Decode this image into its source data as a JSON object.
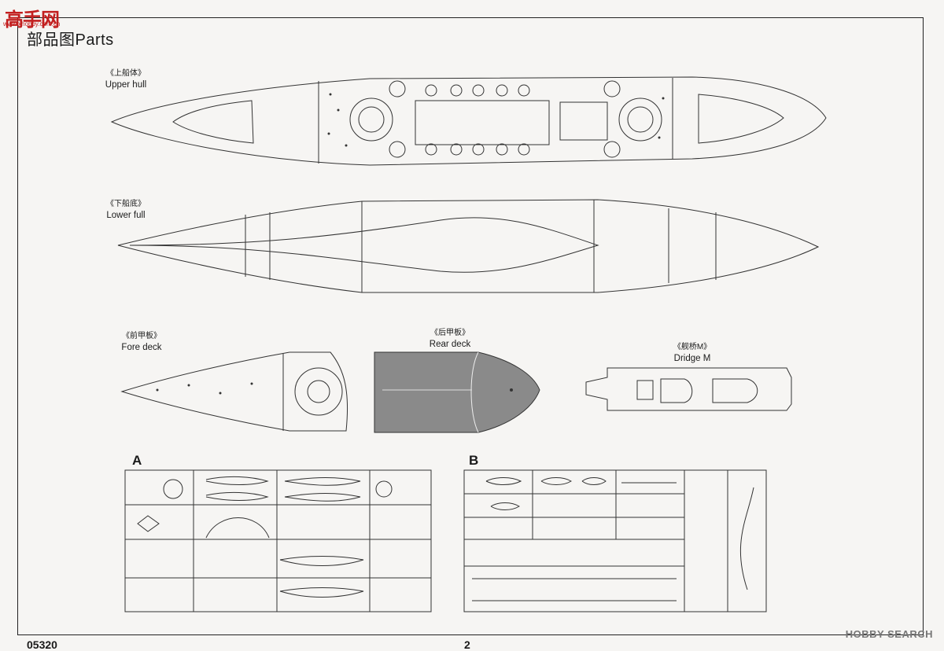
{
  "watermark": {
    "logo": "高手网",
    "url": "www.xhobby.com.cn"
  },
  "page_title": "部品图Parts",
  "parts": {
    "upper_hull": {
      "cn": "《上船体》",
      "en": "Upper hull"
    },
    "lower_hull": {
      "cn": "《下船底》",
      "en": "Lower full"
    },
    "fore_deck": {
      "cn": "《前甲板》",
      "en": "Fore deck"
    },
    "rear_deck": {
      "cn": "《后甲板》",
      "en": "Rear deck"
    },
    "bridge": {
      "cn": "《舰桥M》",
      "en": "Dridge M"
    }
  },
  "sprues": {
    "a": {
      "letter": "A"
    },
    "b": {
      "letter": "B"
    }
  },
  "footer": {
    "product_no": "05320",
    "page": "2",
    "source": "HOBBY SEARCH"
  }
}
